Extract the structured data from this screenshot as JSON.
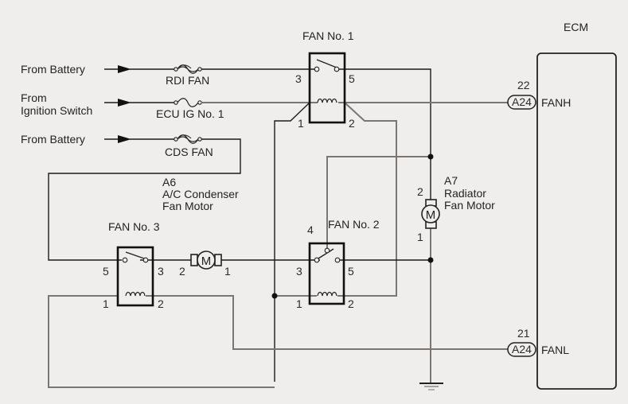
{
  "diagram": {
    "title": "Cooling Fan Control Circuit",
    "ecm": {
      "label": "ECM",
      "terminals": [
        {
          "pin": "22",
          "connector": "A24",
          "signal": "FANH"
        },
        {
          "pin": "21",
          "connector": "A24",
          "signal": "FANL"
        }
      ]
    },
    "sources": [
      {
        "label": "From Battery",
        "fuse": "RDI FAN"
      },
      {
        "label_line1": "From",
        "label_line2": "Ignition Switch",
        "fuse": "ECU IG No. 1"
      },
      {
        "label": "From Battery",
        "fuse": "CDS FAN"
      }
    ],
    "relays": [
      {
        "name": "FAN No. 1",
        "pins": {
          "switch_in": "3",
          "switch_out": "5",
          "coil_in": "1",
          "coil_out": "2"
        }
      },
      {
        "name": "FAN No. 2",
        "pins": {
          "common": "3",
          "nc": "4",
          "no": "5",
          "coil_in": "1",
          "coil_out": "2"
        }
      },
      {
        "name": "FAN No. 3",
        "pins": {
          "switch_in": "5",
          "switch_out": "3",
          "coil_in": "1",
          "coil_out": "2"
        }
      }
    ],
    "motors": [
      {
        "id": "A6",
        "line1": "A/C Condenser",
        "line2": "Fan Motor",
        "pin_a": "2",
        "pin_b": "1",
        "symbol": "M"
      },
      {
        "id": "A7",
        "line1": "Radiator",
        "line2": "Fan Motor",
        "pin_a": "2",
        "pin_b": "1",
        "symbol": "M"
      }
    ],
    "icons": {
      "fuse": "fuse-icon",
      "relay_switch": "relay-switch-icon",
      "relay_coil": "relay-coil-icon",
      "motor": "motor-icon",
      "ground": "ground-icon",
      "arrow": "arrow-icon"
    }
  }
}
